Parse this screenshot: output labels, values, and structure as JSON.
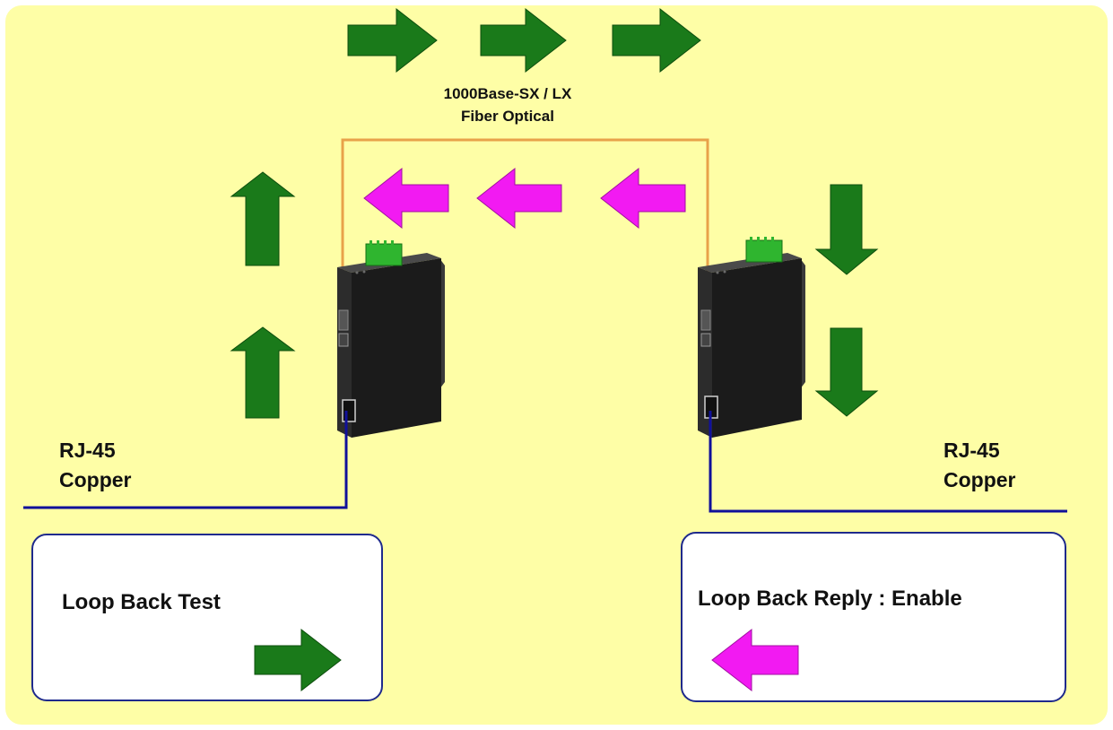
{
  "fiber": {
    "line1": "1000Base-SX / LX",
    "line2": "Fiber Optical"
  },
  "left_port": {
    "line1": "RJ-45",
    "line2": "Copper"
  },
  "right_port": {
    "line1": "RJ-45",
    "line2": "Copper"
  },
  "left_box": {
    "title": "Loop Back Test"
  },
  "right_box": {
    "title": "Loop Back Reply : Enable"
  },
  "colors": {
    "background": "#fefea6",
    "forward_arrow": "#1a7a1a",
    "reply_arrow": "#f21af2",
    "fiber_cable": "#e8a24a",
    "copper_cable": "#10109a",
    "box_border": "#1f2a8c",
    "device_body": "#1b1b1b",
    "terminal_block": "#2fb52f"
  }
}
